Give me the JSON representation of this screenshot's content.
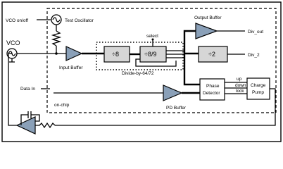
{
  "labels": {
    "vco_onoff": "VCO on/off",
    "test_osc": "Test Oscillator",
    "vco": "VCO",
    "input_buffer": "Input Buffer",
    "div8": "÷8",
    "div89": "÷8/9",
    "select": "select",
    "divide_by": "Divide-by-64/72",
    "output_buffer": "Output Buffer",
    "div_out": "Div_out",
    "div2": "÷2",
    "div_2": "Div_2",
    "data_in": "Data In",
    "on_chip": "on-chip",
    "pd_buffer": "PD Buffer",
    "phase_detector_1": "Phase",
    "phase_detector_2": "Detector",
    "charge_pump_1": "Charge",
    "charge_pump_2": "Pump",
    "up": "up",
    "down": "down",
    "lock": "lock"
  },
  "icons": [
    "ac-source-icon",
    "amplifier-icon",
    "resistor-icon",
    "capacitor-icon"
  ],
  "colors": {
    "amplifier": "#8aa0b8",
    "block": "#d6d6d6"
  }
}
